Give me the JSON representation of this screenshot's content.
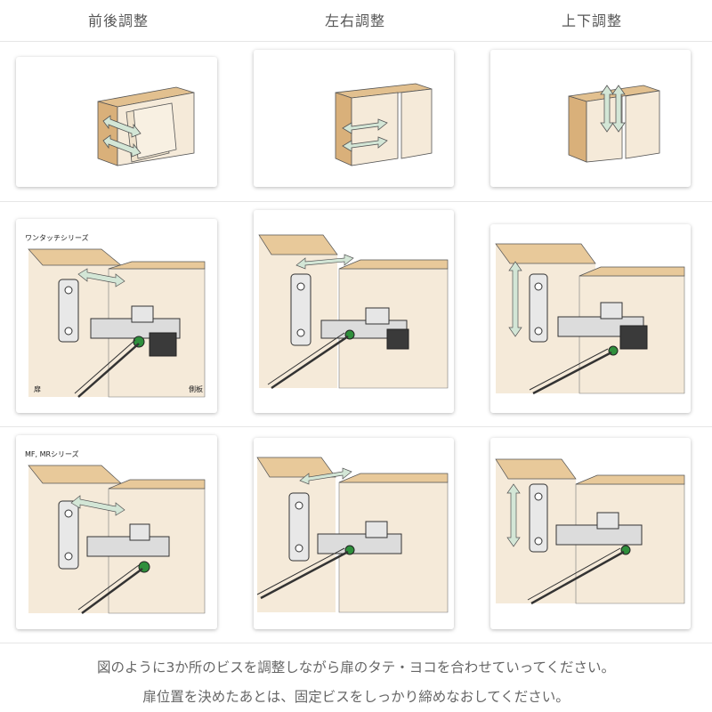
{
  "headers": [
    "前後調整",
    "左右調整",
    "上下調整"
  ],
  "captions": {
    "one_touch_series": "ワンタッチシリーズ",
    "door": "扉",
    "side_panel": "側板",
    "mf_mr_series": "MF, MRシリーズ"
  },
  "footer": {
    "line1": "図のように3か所のビスを調整しながら扉のタテ・ヨコを合わせていってください。",
    "line2": "扉位置を決めたあとは、固定ビスをしっかり締めなおしてください。"
  },
  "colors": {
    "wood": "#e8c99a",
    "wood_dark": "#d9b07a",
    "panel": "#f5ead9",
    "arrow_fill": "#d3e6d6",
    "screw_green": "#2f8f3c"
  }
}
